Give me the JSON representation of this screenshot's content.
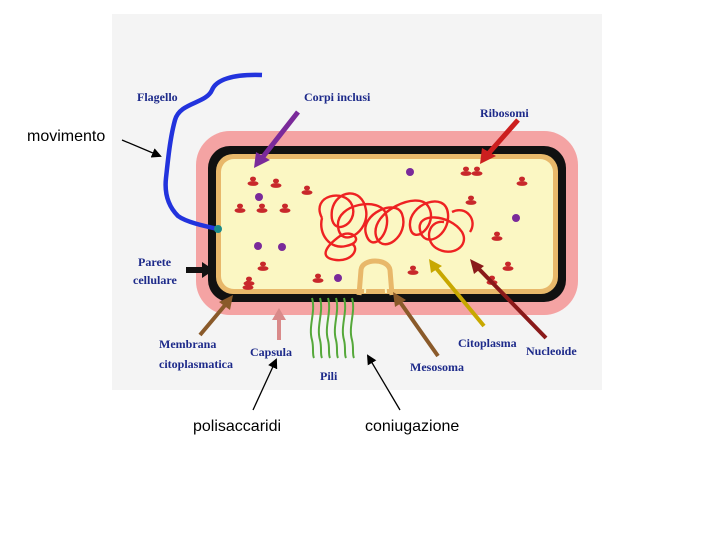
{
  "diagram": {
    "labels": {
      "flagello": "Flagello",
      "corpi_inclusi": "Corpi inclusi",
      "ribosomi": "Ribosomi",
      "parete_line1": "Parete",
      "parete_line2": "cellulare",
      "membrana_line1": "Membrana",
      "membrana_line2": "citoplasmatica",
      "capsula": "Capsula",
      "pili": "Pili",
      "mesosoma": "Mesosoma",
      "citoplasma": "Citoplasma",
      "nucleoide": "Nucleoide"
    },
    "annotations": {
      "movimento": "movimento",
      "polisaccaridi": "polisaccaridi",
      "coniugazione": "coniugazione"
    },
    "colors": {
      "capsule": "#f4a3a3",
      "wall": "#111111",
      "membrane": "#e8b86a",
      "cytoplasm": "#fbf7c3",
      "flagellum": "#2233dd",
      "nucleoid": "#ee2222",
      "ribosome": "#c8282b",
      "inclusion": "#7a2a9a",
      "label": "#1d2a8a"
    }
  }
}
